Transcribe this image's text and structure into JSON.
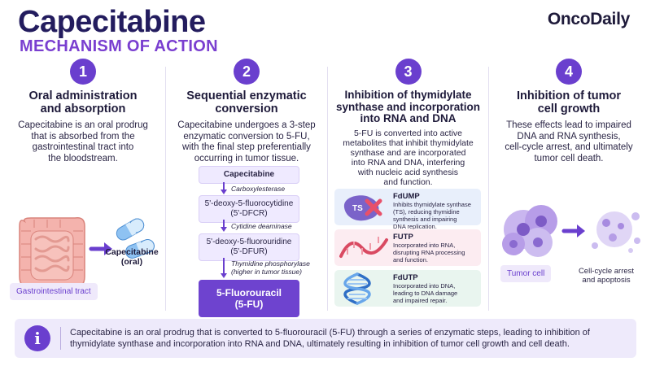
{
  "header": {
    "title": "Capecitabine",
    "subtitle": "MECHANISM OF ACTION",
    "brand": "OncoDaily"
  },
  "colors": {
    "accent": "#6a3fce",
    "title": "#231c5e",
    "panel": "#eeeafb"
  },
  "steps": [
    {
      "number": "1",
      "heading_lines": [
        "Oral administration",
        "and absorption"
      ],
      "desc_lines": [
        "Capecitabine is an oral prodrug",
        "that is absorbed from the",
        "gastrointestinal tract into",
        "the bloodstream."
      ],
      "labels": {
        "pill_lines": [
          "Capecitabine",
          "(oral)"
        ],
        "organ": "Gastrointestinal tract"
      },
      "icons": [
        "intestine-icon",
        "arrow-right-icon",
        "capsule-icon"
      ]
    },
    {
      "number": "2",
      "heading_lines": [
        "Sequential enzymatic",
        "conversion"
      ],
      "desc_lines": [
        "Capecitabine undergoes a 3-step",
        "enzymatic conversion to 5-FU,",
        "with the final step preferentially",
        "occurring in tumor tissue."
      ],
      "pathway": {
        "nodes": [
          {
            "lines": [
              "Capecitabine"
            ]
          },
          {
            "lines": [
              "5'-deoxy-5-fluorocytidine",
              "(5'-DFCR)"
            ]
          },
          {
            "lines": [
              "5'-deoxy-5-fluorouridine",
              "(5'-DFUR)"
            ]
          },
          {
            "lines": [
              "5-Fluorouracil",
              "(5-FU)"
            ]
          }
        ],
        "enzymes": [
          {
            "lines": [
              "Carboxylesterase"
            ]
          },
          {
            "lines": [
              "Cytidine deaminase"
            ]
          },
          {
            "lines": [
              "Thymidine phosphorylase",
              "(higher in tumor tissue)"
            ]
          }
        ]
      }
    },
    {
      "number": "3",
      "heading_lines": [
        "Inhibition of thymidylate",
        "synthase and incorporation",
        "into RNA and DNA"
      ],
      "desc_lines": [
        "5-FU is converted into active",
        "metabolites that inhibit thymidylate",
        "synthase and are incorporated",
        "into RNA and DNA, interfering",
        "with nucleic acid synthesis",
        "and function."
      ],
      "metabolites": [
        {
          "name": "FdUMP",
          "desc_lines": [
            "Inhibits thymidylate synthase (TS), reducing thymidine",
            "synthesis and impairing",
            "DNA replication."
          ],
          "icon_text": "TS",
          "icon": "enzyme-blocked-icon",
          "bg": "#e8effb"
        },
        {
          "name": "FUTP",
          "desc_lines": [
            "Incorporated into RNA,",
            "disrupting RNA processing",
            "and function."
          ],
          "icon": "rna-strand-icon",
          "bg": "#fcecf1"
        },
        {
          "name": "FdUTP",
          "desc_lines": [
            "Incorporated into DNA,",
            "leading to DNA damage",
            "and impaired repair."
          ],
          "icon": "dna-helix-icon",
          "bg": "#e9f5ef"
        }
      ]
    },
    {
      "number": "4",
      "heading_lines": [
        "Inhibition of tumor",
        "cell growth"
      ],
      "desc_lines": [
        "These effects lead to impaired",
        "DNA and RNA synthesis,",
        "cell-cycle arrest, and ultimately",
        "tumor cell death."
      ],
      "labels": {
        "tumor": "Tumor cell",
        "arrest_lines": [
          "Cell-cycle arrest",
          "and apoptosis"
        ]
      },
      "icons": [
        "tumor-cell-icon",
        "arrow-right-icon",
        "apoptotic-cell-icon"
      ]
    }
  ],
  "footer": {
    "icon": "info-icon",
    "icon_text": "i",
    "text": "Capecitabine is an oral prodrug that is converted to 5-fluorouracil (5-FU) through a series of enzymatic steps, leading to inhibition of thymidylate synthase and incorporation into RNA and DNA, ultimately resulting in inhibition of tumor cell growth and cell death."
  }
}
